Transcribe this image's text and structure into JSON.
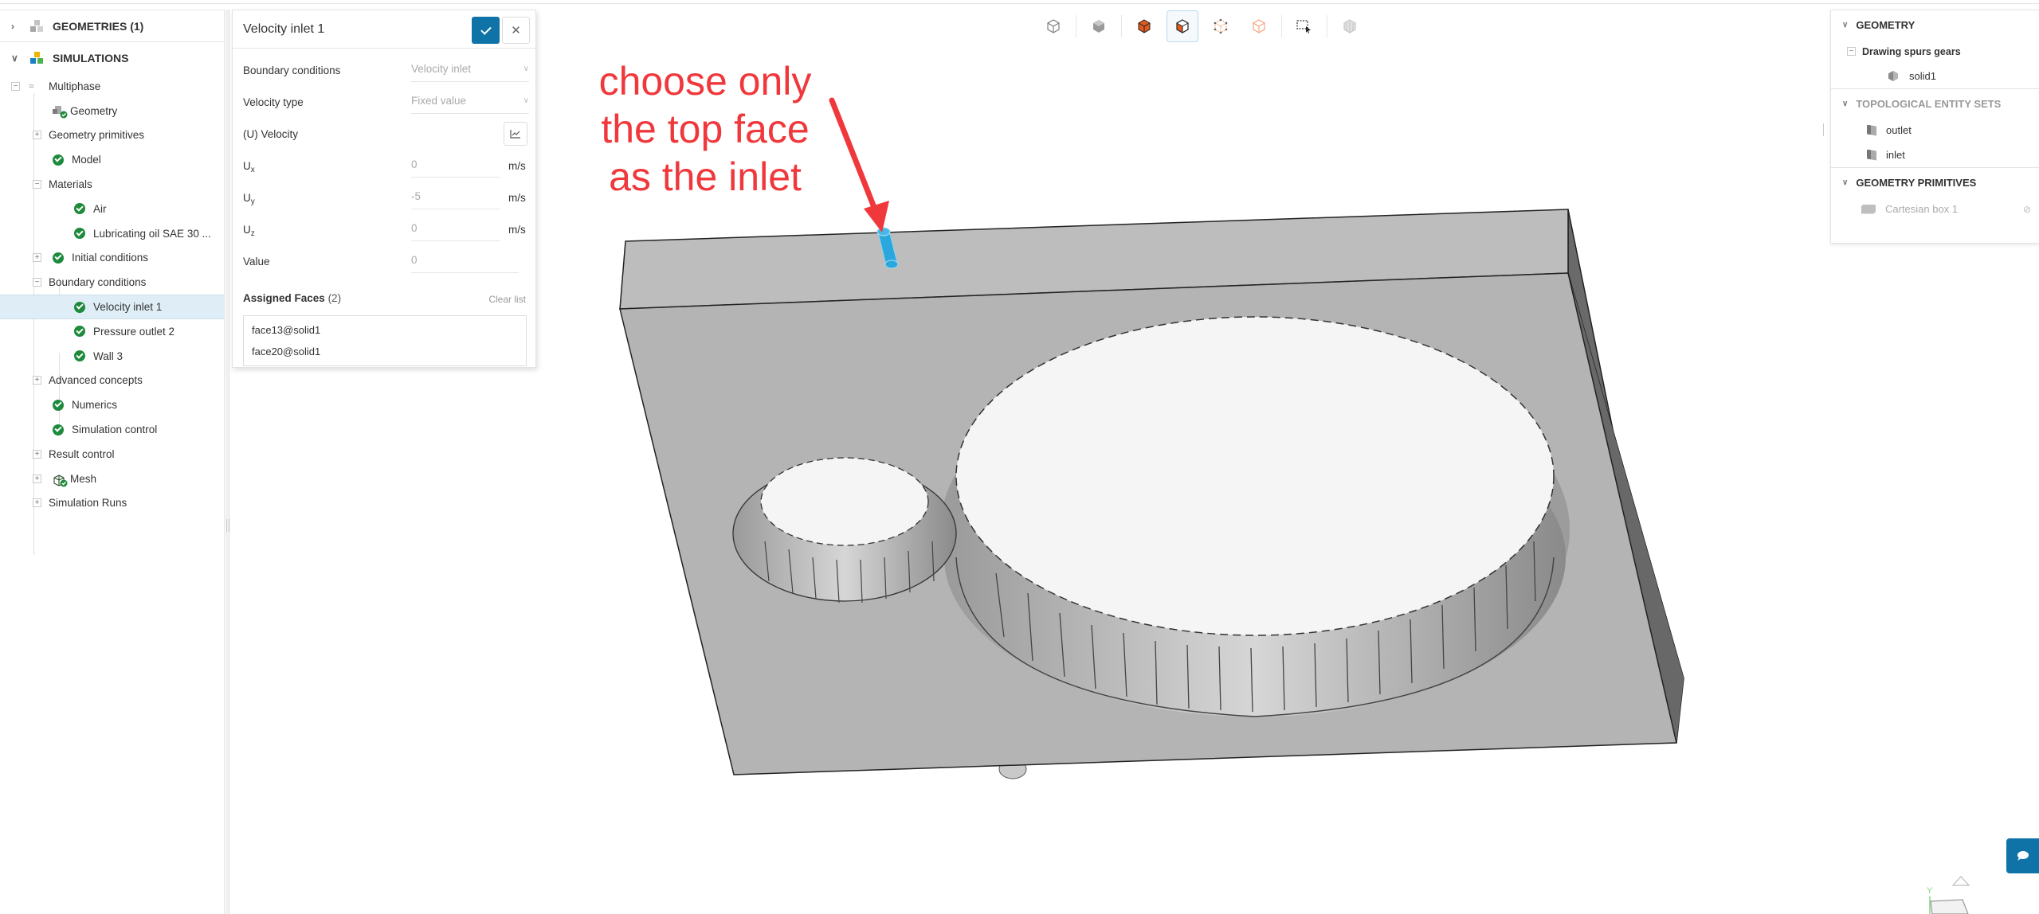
{
  "left_panel": {
    "geometries_header": "GEOMETRIES (1)",
    "simulations_header": "SIMULATIONS",
    "tree": [
      {
        "label": "Multiphase",
        "level": 0,
        "toggle": "-",
        "icon": "multiphase-icon"
      },
      {
        "label": "Geometry",
        "level": 1,
        "icon": "geometry-check-icon"
      },
      {
        "label": "Geometry primitives",
        "level": 1,
        "toggle": "+"
      },
      {
        "label": "Model",
        "level": 1,
        "icon": "check-icon"
      },
      {
        "label": "Materials",
        "level": 1,
        "toggle": "-"
      },
      {
        "label": "Air",
        "level": 2,
        "icon": "check-icon"
      },
      {
        "label": "Lubricating oil SAE 30 ...",
        "level": 2,
        "icon": "check-icon"
      },
      {
        "label": "Initial conditions",
        "level": 1,
        "toggle": "+",
        "icon": "check-icon"
      },
      {
        "label": "Boundary conditions",
        "level": 1,
        "toggle": "-"
      },
      {
        "label": "Velocity inlet 1",
        "level": 2,
        "icon": "check-icon",
        "selected": true
      },
      {
        "label": "Pressure outlet 2",
        "level": 2,
        "icon": "check-icon"
      },
      {
        "label": "Wall 3",
        "level": 2,
        "icon": "check-icon"
      },
      {
        "label": "Advanced concepts",
        "level": 1,
        "toggle": "+"
      },
      {
        "label": "Numerics",
        "level": 1,
        "icon": "check-icon"
      },
      {
        "label": "Simulation control",
        "level": 1,
        "icon": "check-icon"
      },
      {
        "label": "Result control",
        "level": 1,
        "toggle": "+"
      },
      {
        "label": "Mesh",
        "level": 1,
        "toggle": "+",
        "icon": "mesh-check-icon"
      },
      {
        "label": "Simulation Runs",
        "level": 1,
        "toggle": "+"
      }
    ]
  },
  "property_panel": {
    "title": "Velocity inlet 1",
    "boundary_conditions_label": "Boundary conditions",
    "boundary_conditions_value": "Velocity inlet",
    "velocity_type_label": "Velocity type",
    "velocity_type_value": "Fixed value",
    "velocity_label": "(U) Velocity",
    "ux_label": "U",
    "ux_sub": "x",
    "ux_value": "0",
    "ux_unit": "m/s",
    "uy_label": "U",
    "uy_sub": "y",
    "uy_value": "-5",
    "uy_unit": "m/s",
    "uz_label": "U",
    "uz_sub": "z",
    "uz_value": "0",
    "uz_unit": "m/s",
    "value_label": "Value",
    "value_value": "0",
    "assigned_faces_label": "Assigned Faces",
    "assigned_faces_count": "(2)",
    "clear_list": "Clear list",
    "assigned_faces": [
      "face13@solid1",
      "face20@solid1"
    ]
  },
  "toolbar": {
    "tools": [
      {
        "name": "wireframe-view-icon"
      },
      {
        "name": "solid-view-icon"
      },
      {
        "name": "select-volume-icon"
      },
      {
        "name": "select-face-icon",
        "active": true
      },
      {
        "name": "select-edge-icon"
      },
      {
        "name": "select-vertex-icon"
      },
      {
        "name": "box-select-icon"
      },
      {
        "name": "section-view-icon"
      }
    ]
  },
  "right_panel": {
    "geometry_header": "GEOMETRY",
    "geometry_root": "Drawing spurs gears",
    "geometry_child": "solid1",
    "topo_header": "TOPOLOGICAL ENTITY SETS",
    "topo_items": [
      "outlet",
      "inlet"
    ],
    "primitives_header": "GEOMETRY PRIMITIVES",
    "primitive_item": "Cartesian box 1"
  },
  "viewport": {
    "annotation_lines": [
      "choose only",
      "the top face",
      "as the inlet"
    ],
    "annotation_color": "#f0383c",
    "highlight_color": "#2aa7dc",
    "axis_label": "Y"
  },
  "colors": {
    "accent": "#0f73a8",
    "check_green": "#1e8a3c",
    "selected_row": "#dfeef6"
  }
}
